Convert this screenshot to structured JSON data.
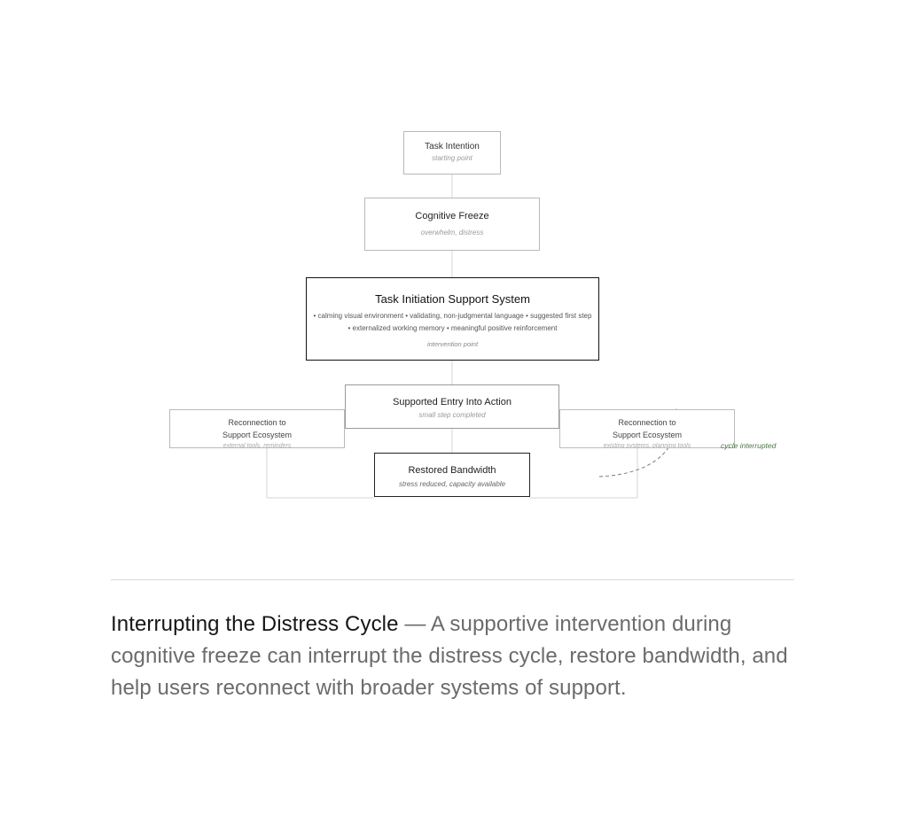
{
  "diagram": {
    "task_intention": {
      "title": "Task Intention",
      "subtitle": "starting point"
    },
    "cognitive_freeze": {
      "title": "Cognitive Freeze",
      "subtitle": "overwhelm, distress"
    },
    "support_system": {
      "title": "Task Initiation Support System",
      "features_line1": "• calming visual environment • validating, non-judgmental language • suggested first step",
      "features_line2": "• externalized working memory • meaningful positive reinforcement",
      "subtitle": "intervention point"
    },
    "supported_entry": {
      "title": "Supported Entry Into Action",
      "subtitle": "small step completed"
    },
    "reconnect_left": {
      "title_line1": "Reconnection to",
      "title_line2": "Support Ecosystem",
      "subtitle": "external tools, reminders"
    },
    "reconnect_right": {
      "title_line1": "Reconnection to",
      "title_line2": "Support Ecosystem",
      "subtitle": "existing systems, planning tools"
    },
    "restored_bandwidth": {
      "title": "Restored Bandwidth",
      "subtitle": "stress reduced, capacity available"
    },
    "cycle_label": "cycle interrupted",
    "colors": {
      "border": "#b9b9b9",
      "strong_border": "#111111",
      "cycle_accent": "#4a7a46"
    }
  },
  "caption": {
    "title": "Interrupting the Distress Cycle",
    "separator": " — ",
    "body": "A supportive intervention during cognitive freeze can interrupt the distress cycle, restore bandwidth, and help users reconnect with broader systems of support."
  }
}
